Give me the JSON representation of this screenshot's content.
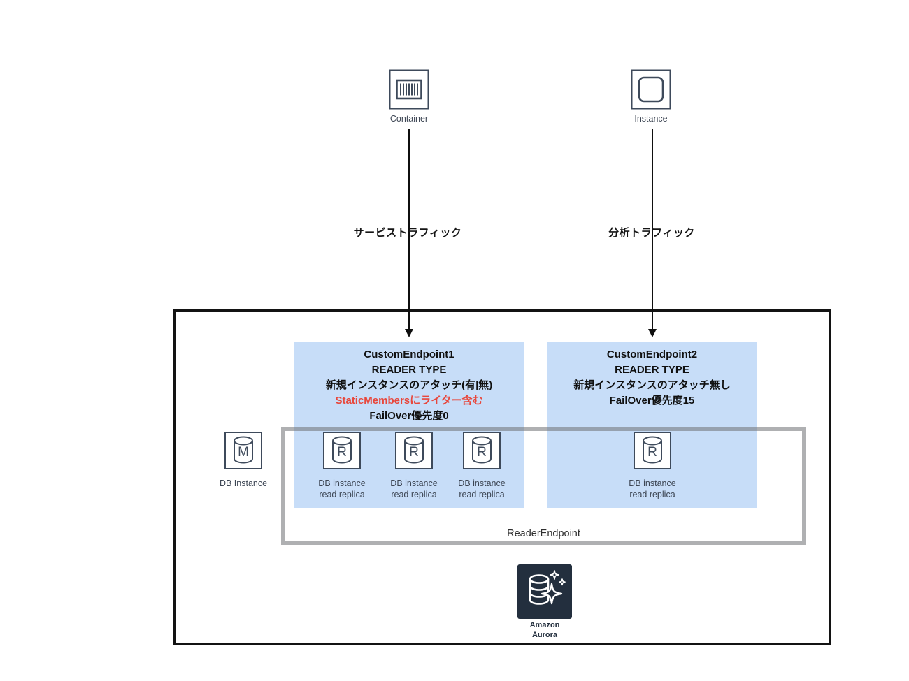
{
  "top": {
    "container_label": "Container",
    "instance_label": "Instance"
  },
  "traffic": {
    "service": "サービストラフィック",
    "analytics": "分析トラフィック"
  },
  "endpoint1": {
    "title": "CustomEndpoint1",
    "reader_type": "READER TYPE",
    "attach": "新規インスタンスのアタッチ(有|無)",
    "static_members": "StaticMembersにライター含む",
    "failover": "FailOver優先度0"
  },
  "endpoint2": {
    "title": "CustomEndpoint2",
    "reader_type": "READER TYPE",
    "attach": "新規インスタンスのアタッチ無し",
    "failover": "FailOver優先度15"
  },
  "db_instance": {
    "letter": "M",
    "label": "DB Instance"
  },
  "replicas": {
    "endpoint1": [
      {
        "letter": "R",
        "label_line1": "DB instance",
        "label_line2": "read replica"
      },
      {
        "letter": "R",
        "label_line1": "DB instance",
        "label_line2": "read replica"
      },
      {
        "letter": "R",
        "label_line1": "DB instance",
        "label_line2": "read replica"
      }
    ],
    "endpoint2": [
      {
        "letter": "R",
        "label_line1": "DB instance",
        "label_line2": "read replica"
      }
    ]
  },
  "reader_endpoint_label": "ReaderEndpoint",
  "aurora": {
    "label_line1": "Amazon",
    "label_line2": "Aurora"
  },
  "colors": {
    "endpoint_box_blue": "#c7ddf8",
    "warning_red": "#e8473c",
    "icon_stroke": "#3e4a5b",
    "aurora_navy": "#232f3e",
    "reader_box_gray": "#a9a9ac",
    "cluster_border_black": "#131313"
  }
}
